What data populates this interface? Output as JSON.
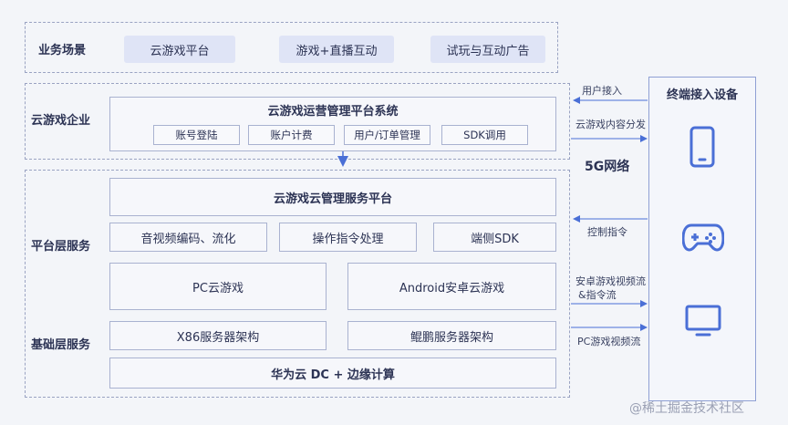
{
  "rows": {
    "business": {
      "label": "业务场景",
      "items": [
        "云游戏平台",
        "游戏+直播互动",
        "试玩与互动广告"
      ]
    },
    "enterprise": {
      "label": "云游戏企业",
      "title": "云游戏运营管理平台系统",
      "items": [
        "账号登陆",
        "账户计费",
        "用户/订单管理",
        "SDK调用"
      ]
    },
    "platform": {
      "label": "平台层服务",
      "title": "云游戏云管理服务平台",
      "items": [
        "音视频编码、流化",
        "操作指令处理",
        "端侧SDK"
      ]
    },
    "infra": {
      "label": "基础层服务",
      "games": [
        "PC云游戏",
        "Android安卓云游戏"
      ],
      "arch": [
        "X86服务器架构",
        "鲲鹏服务器架构"
      ],
      "cloud": "华为云 DC  +  边缘计算"
    }
  },
  "terminal": {
    "title": "终端接入设备",
    "network": "5G网络",
    "icons": [
      "phone-icon",
      "gamepad-icon",
      "monitor-icon"
    ]
  },
  "arrows": {
    "user_access": "用户接入",
    "content_distribution": "云游戏内容分发",
    "control_command": "控制指令",
    "android_stream": [
      "安卓游戏视频流",
      "&指令流"
    ],
    "pc_stream": "PC游戏视频流"
  },
  "watermark": "@稀土掘金技术社区",
  "colors": {
    "accent": "#4a6fd6",
    "pill_bg": "#dfe4f6",
    "border": "#9aa3c2",
    "text": "#2c3354"
  }
}
